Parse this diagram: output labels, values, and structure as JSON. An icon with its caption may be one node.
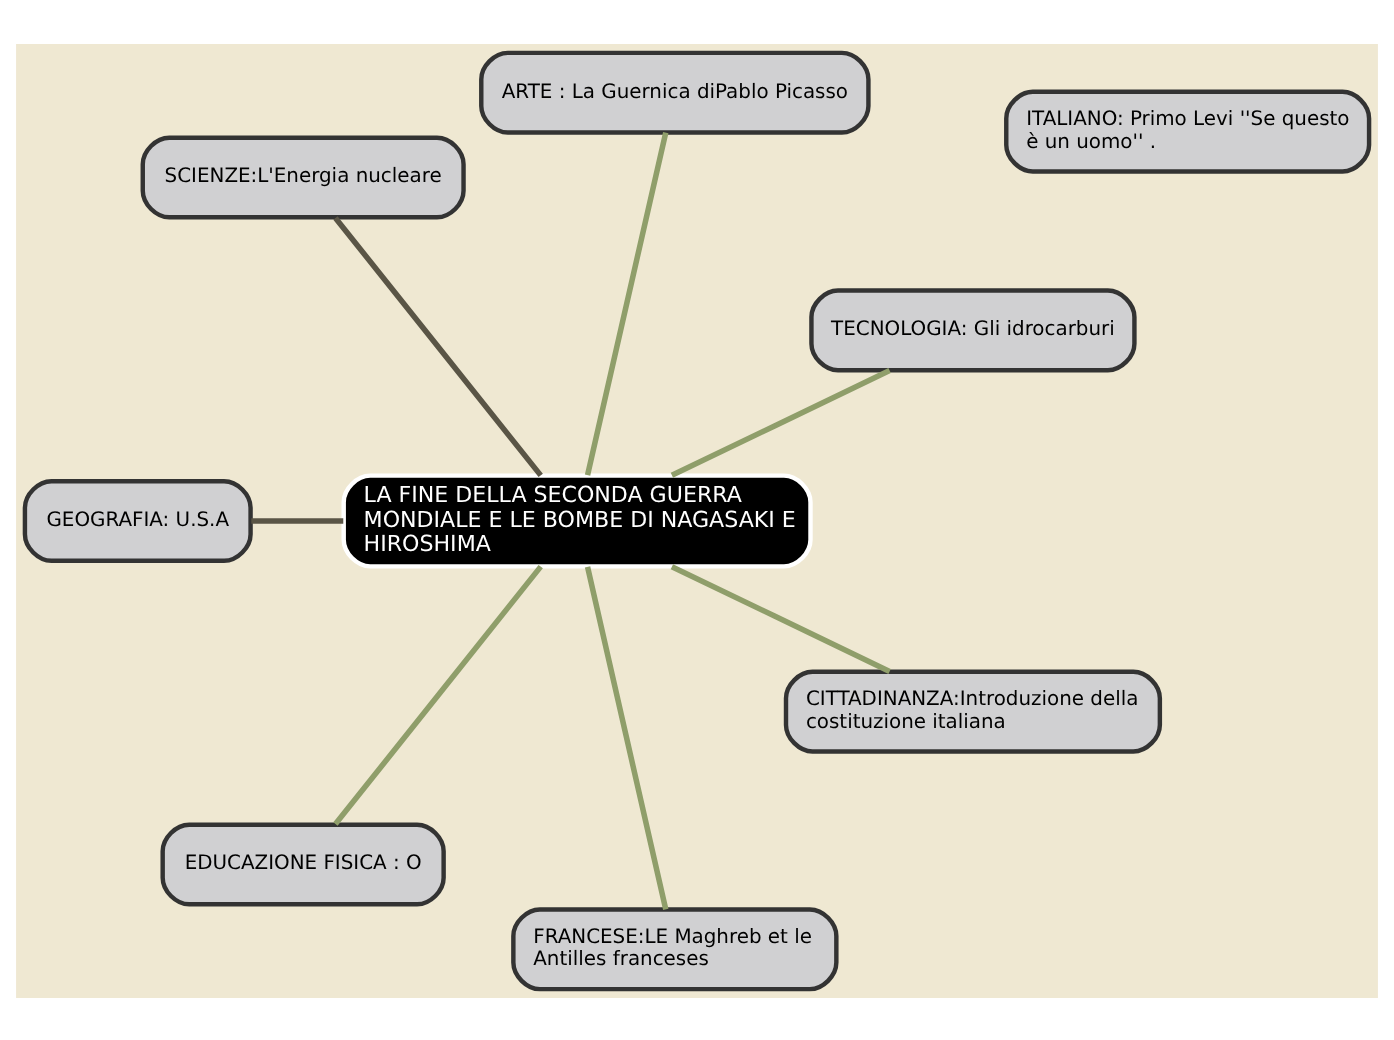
{
  "diagram": {
    "nodes": [
      {
        "text": [
          "LA FINE DELLA SECONDA GUERRA MONDIALE E LE BOMBE DI NAGASAKI E HIROSHIMA"
        ]
      },
      {
        "text": [
          "TECNOLOGIA: Gli idrocarburi"
        ]
      },
      {
        "text": [
          "ARTE : La Guernica diPablo Picasso"
        ]
      },
      {
        "text": [
          "SCIENZE:L'Energia nucleare"
        ]
      },
      {
        "text": [
          "ITALIANO: Primo Levi ''Se questo è un uomo'' ."
        ]
      },
      {
        "text": [
          "GEOGRAFIA: U.S.A"
        ]
      },
      {
        "text": [
          "EDUCAZIONE FISICA : O"
        ]
      },
      {
        "text": [
          "FRANCESE:LE Maghreb et le Antilles franceses"
        ]
      },
      {
        "text": [
          "CITTADINANZA:Introduzione della costituzione italiana"
        ]
      }
    ],
    "edges": [
      {
        "from": 0,
        "to": 1,
        "arrow": "none"
      },
      {
        "from": 0,
        "to": 2,
        "arrow": "none"
      },
      {
        "from": 0,
        "to": 3,
        "arrow": "none",
        "color": "#5a5546"
      },
      {
        "from": 0,
        "to": 5,
        "arrow": "none",
        "color": "#5a5546"
      },
      {
        "from": 0,
        "to": 6,
        "arrow": "none"
      },
      {
        "from": 0,
        "to": 7,
        "arrow": "none"
      },
      {
        "from": 0,
        "to": 8,
        "arrow": "none"
      }
    ]
  }
}
